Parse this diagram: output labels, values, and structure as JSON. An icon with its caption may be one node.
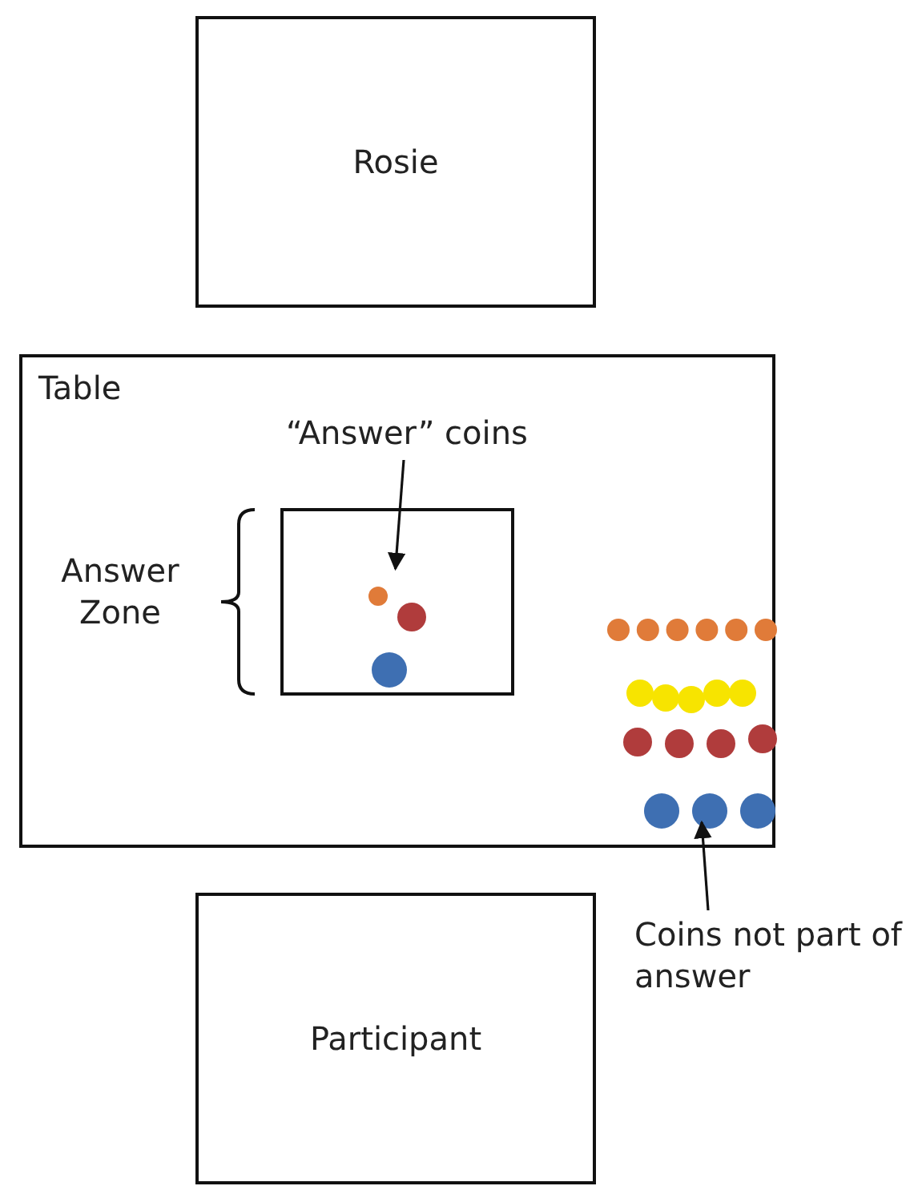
{
  "diagram": {
    "nodes": [
      {
        "text": [
          "Rosie"
        ]
      },
      {
        "text": [
          "Table"
        ]
      },
      {
        "text": [],
        "shape": "box",
        "in": 1,
        "beside": [
          "Answer Zone"
        ]
      },
      {
        "text": [
          "“Answer” coins"
        ],
        "in": 1
      },
      {
        "text": [],
        "shape": "picture",
        "in": 2
      },
      {
        "text": [
          "Coins not part of answer"
        ]
      },
      {
        "text": [],
        "shape": "picture",
        "in": 1
      },
      {
        "text": [
          "Participant"
        ]
      }
    ],
    "edges": [
      {
        "from": 3,
        "to": 4,
        "arrow": "to"
      },
      {
        "from": 5,
        "to": 6,
        "arrow": "to"
      }
    ]
  }
}
